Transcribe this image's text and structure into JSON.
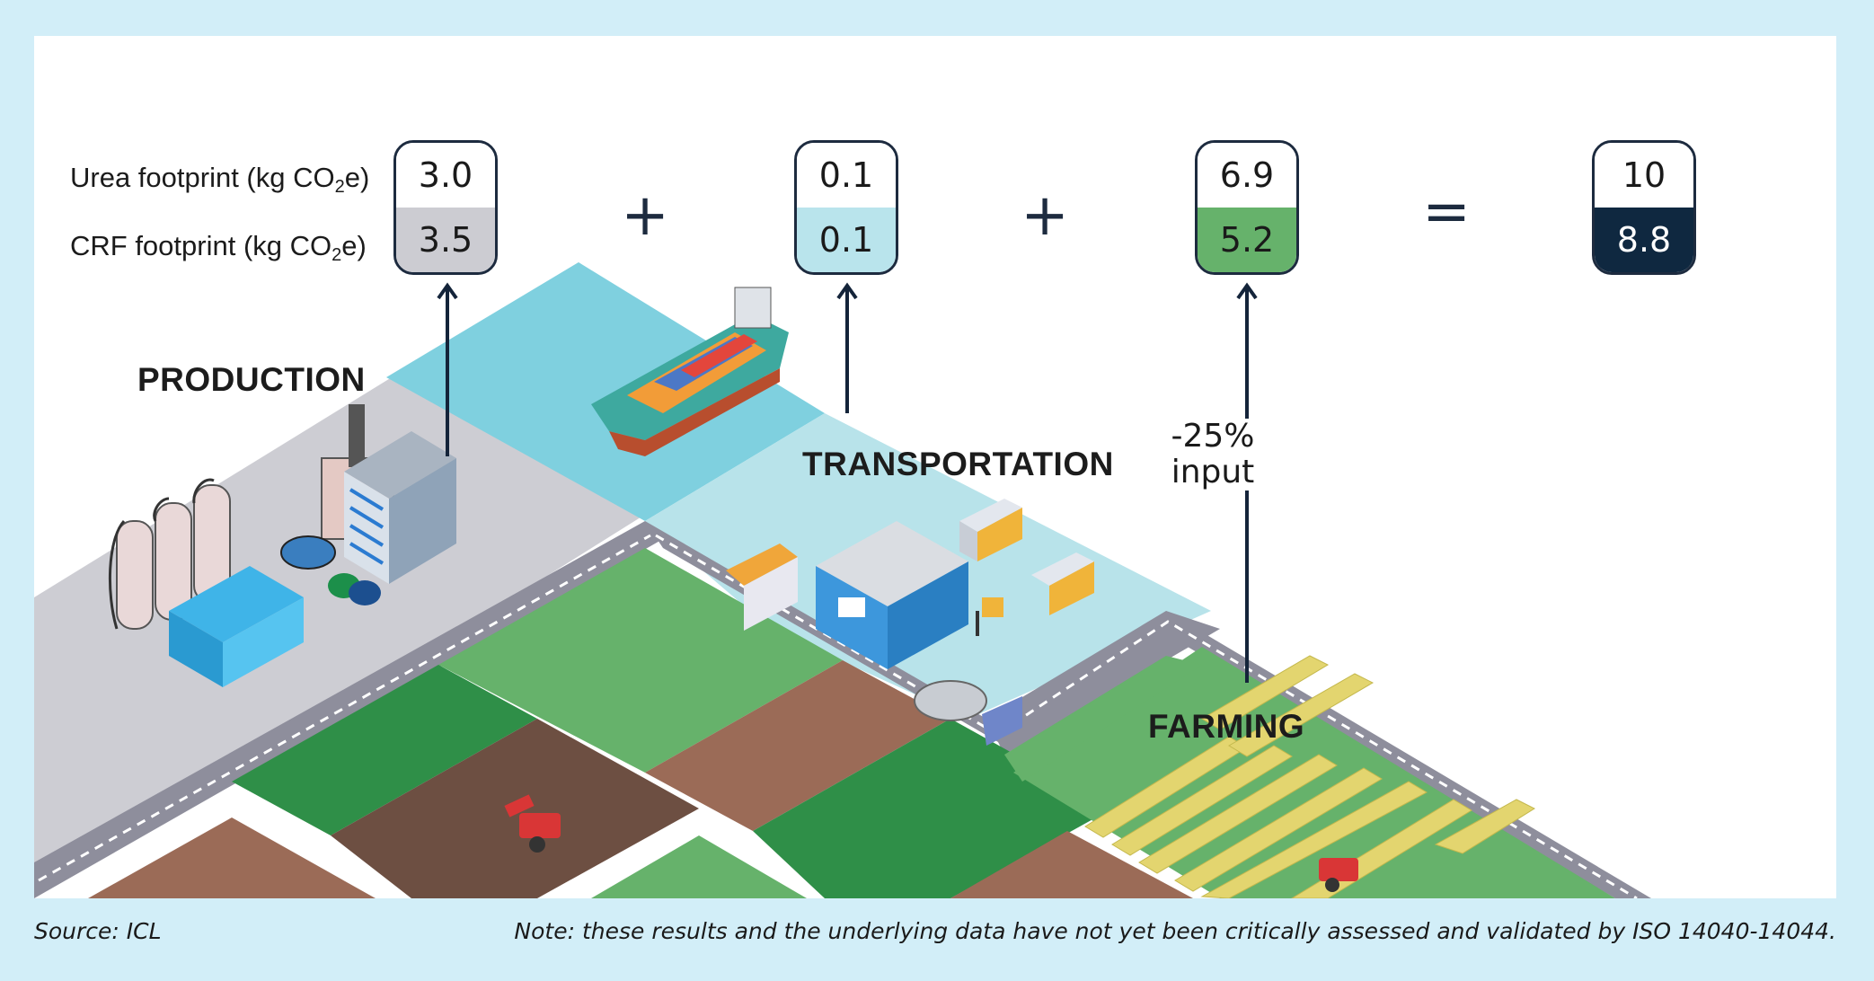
{
  "rows": {
    "urea_label": "Urea footprint (kg CO",
    "urea_sub": "2",
    "urea_tail": "e)",
    "crf_label": "CRF footprint (kg CO",
    "crf_sub": "2",
    "crf_tail": "e)"
  },
  "stages": [
    {
      "name": "PRODUCTION",
      "urea": "3.0",
      "crf": "3.5",
      "crf_color": "#ccccd2"
    },
    {
      "name": "TRANSPORTATION",
      "urea": "0.1",
      "crf": "0.1",
      "crf_color": "#b9e4ec"
    },
    {
      "name": "FARMING",
      "urea": "6.9",
      "crf": "5.2",
      "crf_color": "#66b26b"
    }
  ],
  "total": {
    "urea": "10",
    "crf": "8.8",
    "crf_color": "#0f2840",
    "crf_text_color": "#ffffff"
  },
  "operators": {
    "plus1": "+",
    "plus2": "+",
    "equals": "="
  },
  "farming_note": {
    "line1": "-25%",
    "line2": "input"
  },
  "footer": {
    "source": "Source: ICL",
    "note": "Note: these results and the underlying data have not yet been critically assessed and validated by ISO 14040-14044."
  },
  "icons": [
    "factory-icon",
    "storage-tank-icon",
    "cargo-ship-icon",
    "warehouse-icon",
    "truck-icon",
    "tanker-truck-icon",
    "forklift-icon",
    "tractor-icon",
    "crop-field-icon"
  ],
  "colors": {
    "production_zone": "#cdcdd3",
    "sea_zone": "#7fd0df",
    "logistics_zone": "#b8e3ea",
    "road": "#8e8e9c",
    "field_green": "#66b26b",
    "field_dark_green": "#2f8f48",
    "soil_brown": "#9b6b57",
    "soil_dark": "#6d4f42",
    "accent_navy": "#1d2b3f"
  }
}
